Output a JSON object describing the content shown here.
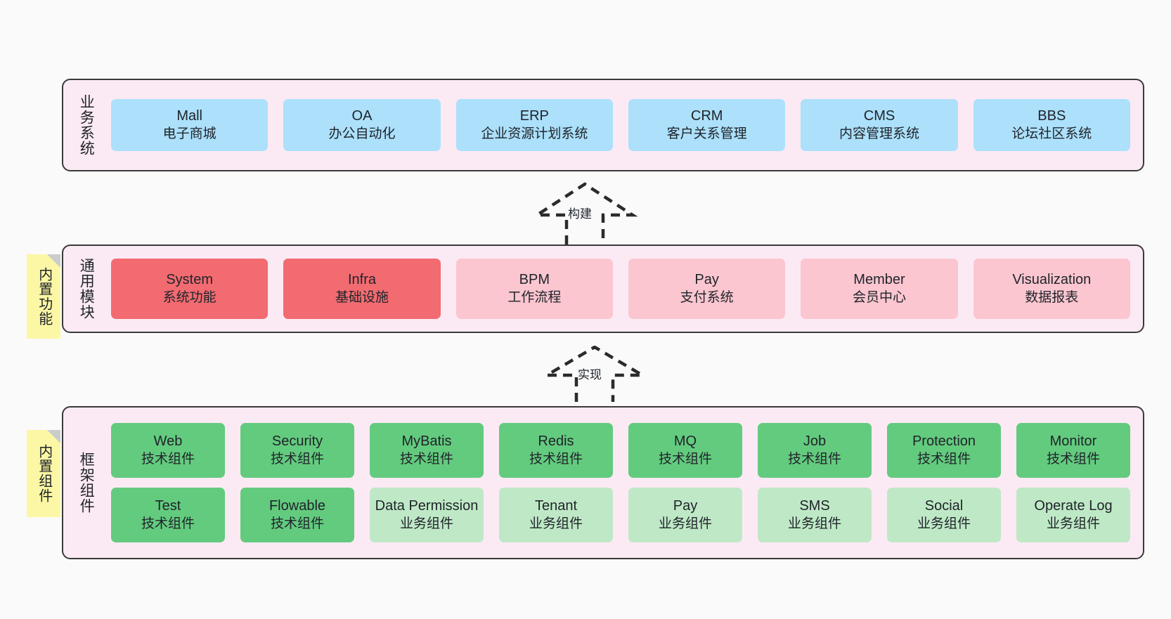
{
  "palette": {
    "page_background": "#fafafa",
    "panel_fill": "#fbeaf4",
    "panel_border": "#3a3a3a",
    "business_card": "#ace0fb",
    "module_card_primary": "#f26b70",
    "module_card_secondary": "#fbc6d0",
    "frame_card_tech": "#63cb7e",
    "frame_card_business": "#bfe9c6",
    "note_fill": "#fcf7a4",
    "note_fold": "#c9cbcd",
    "text": "#20242b"
  },
  "layers": [
    {
      "id": "business",
      "title": "业务系统",
      "cards": [
        {
          "en": "Mall",
          "cn": "电子商城"
        },
        {
          "en": "OA",
          "cn": "办公自动化"
        },
        {
          "en": "ERP",
          "cn": "企业资源计划系统"
        },
        {
          "en": "CRM",
          "cn": "客户关系管理"
        },
        {
          "en": "CMS",
          "cn": "内容管理系统"
        },
        {
          "en": "BBS",
          "cn": "论坛社区系统"
        }
      ]
    },
    {
      "id": "module",
      "title": "通用模块",
      "note": "内置功能",
      "cards": [
        {
          "en": "System",
          "cn": "系统功能",
          "variant": "primary"
        },
        {
          "en": "Infra",
          "cn": "基础设施",
          "variant": "primary"
        },
        {
          "en": "BPM",
          "cn": "工作流程",
          "variant": "secondary"
        },
        {
          "en": "Pay",
          "cn": "支付系统",
          "variant": "secondary"
        },
        {
          "en": "Member",
          "cn": "会员中心",
          "variant": "secondary"
        },
        {
          "en": "Visualization",
          "cn": "数据报表",
          "variant": "secondary"
        }
      ]
    },
    {
      "id": "frame",
      "title": "框架组件",
      "note": "内置组件",
      "rows": [
        [
          {
            "en": "Web",
            "cn": "技术组件",
            "variant": "tech"
          },
          {
            "en": "Security",
            "cn": "技术组件",
            "variant": "tech"
          },
          {
            "en": "MyBatis",
            "cn": "技术组件",
            "variant": "tech"
          },
          {
            "en": "Redis",
            "cn": "技术组件",
            "variant": "tech"
          },
          {
            "en": "MQ",
            "cn": "技术组件",
            "variant": "tech"
          },
          {
            "en": "Job",
            "cn": "技术组件",
            "variant": "tech"
          },
          {
            "en": "Protection",
            "cn": "技术组件",
            "variant": "tech"
          },
          {
            "en": "Monitor",
            "cn": "技术组件",
            "variant": "tech"
          }
        ],
        [
          {
            "en": "Test",
            "cn": "技术组件",
            "variant": "tech"
          },
          {
            "en": "Flowable",
            "cn": "技术组件",
            "variant": "tech"
          },
          {
            "en": "Data Permission",
            "cn": "业务组件",
            "variant": "business"
          },
          {
            "en": "Tenant",
            "cn": "业务组件",
            "variant": "business"
          },
          {
            "en": "Pay",
            "cn": "业务组件",
            "variant": "business"
          },
          {
            "en": "SMS",
            "cn": "业务组件",
            "variant": "business"
          },
          {
            "en": "Social",
            "cn": "业务组件",
            "variant": "business"
          },
          {
            "en": "Operate Log",
            "cn": "业务组件",
            "variant": "business"
          }
        ]
      ]
    }
  ],
  "arrows": [
    {
      "id": "build",
      "label": "构建"
    },
    {
      "id": "implement",
      "label": "实现"
    }
  ]
}
